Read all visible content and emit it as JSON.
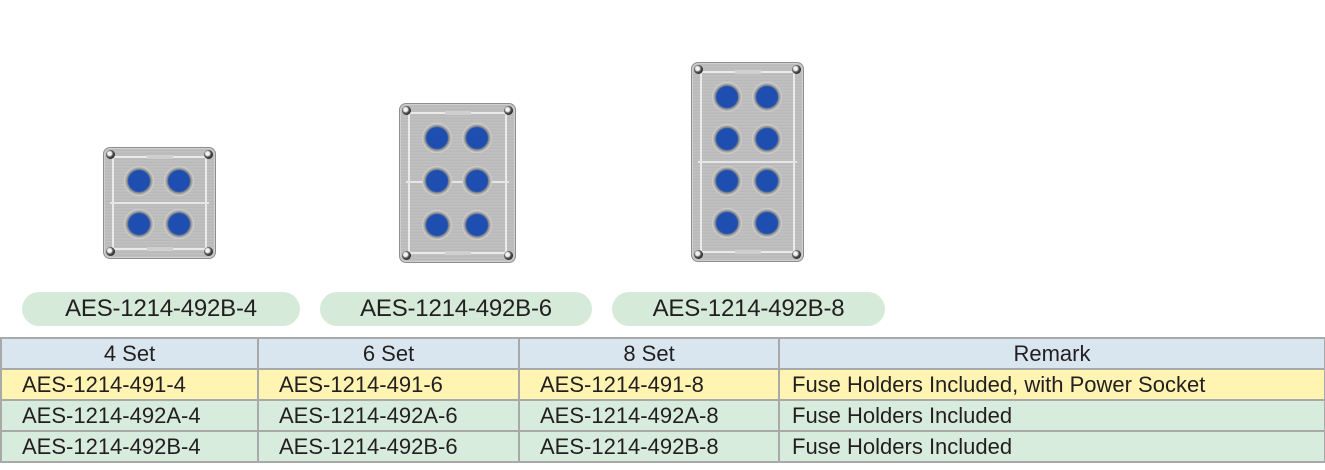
{
  "products": [
    {
      "name": "AES-1214-492B-4",
      "switch_count": 4,
      "columns": 2,
      "rows": 2
    },
    {
      "name": "AES-1214-492B-6",
      "switch_count": 6,
      "columns": 2,
      "rows": 3
    },
    {
      "name": "AES-1214-492B-8",
      "switch_count": 8,
      "columns": 2,
      "rows": 4
    }
  ],
  "colors": {
    "pill_bg": "#d5ead8",
    "header_bg": "#d9e6ef",
    "row_highlight": "#fff4b2",
    "row_normal": "#d7ecdc",
    "switch_blue": "#1e4fb0",
    "border": "#a9a9a9"
  },
  "table": {
    "headers": [
      "4 Set",
      "6 Set",
      "8 Set",
      "Remark"
    ],
    "rows": [
      {
        "set4": "AES-1214-491-4",
        "set6": "AES-1214-491-6",
        "set8": "AES-1214-491-8",
        "remark": "Fuse Holders Included, with Power Socket",
        "highlight": true
      },
      {
        "set4": "AES-1214-492A-4",
        "set6": "AES-1214-492A-6",
        "set8": "AES-1214-492A-8",
        "remark": "Fuse Holders Included",
        "highlight": false
      },
      {
        "set4": "AES-1214-492B-4",
        "set6": "AES-1214-492B-6",
        "set8": "AES-1214-492B-8",
        "remark": "Fuse Holders Included",
        "highlight": false
      }
    ]
  }
}
